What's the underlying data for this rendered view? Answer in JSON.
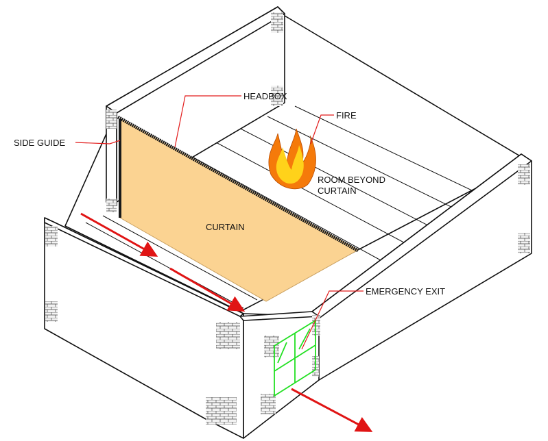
{
  "labels": {
    "headbox": "HEADBOX",
    "fire": "FIRE",
    "side_guide": "SIDE GUIDE",
    "room_beyond_line1": "ROOM BEYOND",
    "room_beyond_line2": "CURTAIN",
    "curtain": "CURTAIN",
    "emergency_exit": "EMERGENCY EXIT"
  },
  "colors": {
    "curtain": "#fbd392",
    "leader": "#e21b1b",
    "arrow": "#e01414",
    "door": "#22e022",
    "headbox": "#1a1a1a",
    "flame_outer": "#f57a0a",
    "flame_inner": "#ffd21a"
  },
  "icons": {
    "fire": "flame-icon",
    "flow_arrow": "arrow-icon"
  }
}
